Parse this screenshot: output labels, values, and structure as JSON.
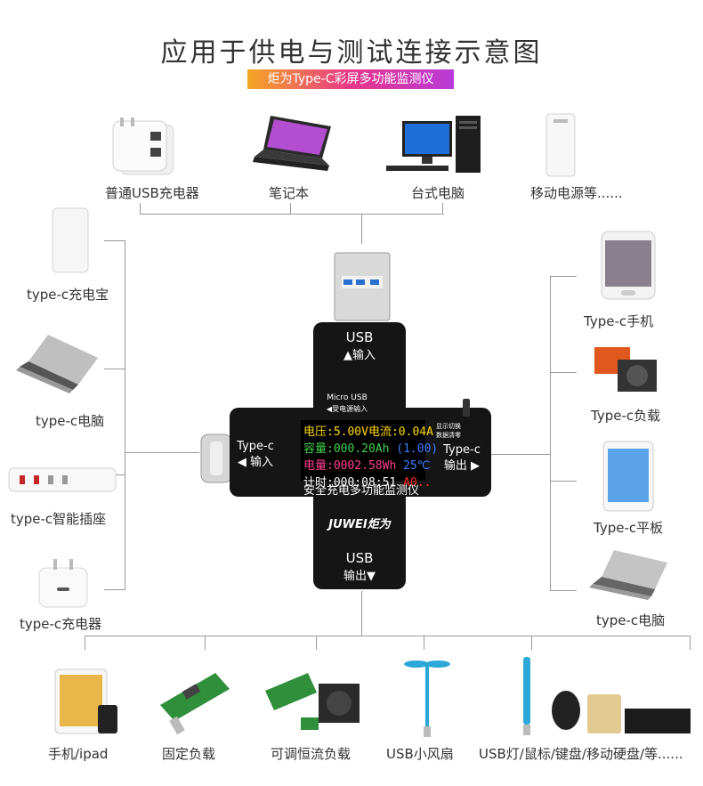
{
  "title": "应用于供电与测试连接示意图",
  "subtitle": "炬为Type-C彩屏多功能监测仪",
  "top_devices": [
    "普通USB充电器",
    "笔记本",
    "台式电脑",
    "移动电源等......"
  ],
  "left_devices": [
    "type-c充电宝",
    "type-c电脑",
    "type-c智能插座",
    "type-c充电器"
  ],
  "right_devices": [
    "Type-c手机",
    "Type-c负载",
    "Type-c平板",
    "type-c电脑"
  ],
  "bottom_devices": [
    "手机/ipad",
    "固定负载",
    "可调恒流负载",
    "USB小风扇",
    "USB灯/鼠标/键盘/移动硬盘/等......"
  ],
  "meter": {
    "usb_in": "USB",
    "usb_in_sub": "▲输入",
    "micro_usb": "Micro USB",
    "micro_usb_sub": "◀受电源输入",
    "typec_in": "Type-c",
    "typec_in_sub": "◀ 输入",
    "typec_out": "Type-c",
    "typec_out_sub": "输出 ▶",
    "switch_label_1": "显示切换",
    "switch_label_2": "数据清零",
    "usb_out": "USB",
    "usb_out_sub": "输出▼",
    "brand": "JUWEI炬为",
    "caption": "安全充电多功能监测仪",
    "screen": {
      "voltage_label": "电压:",
      "voltage": "5.00V",
      "current_label": "电流:",
      "current": "0.04A",
      "capacity_label": "容量:",
      "capacity": "000.20Ah",
      "capacity_extra": "(1.00)",
      "energy_label": "电量:",
      "energy": "0002.58Wh",
      "temp": "25℃",
      "time_label": "计时:",
      "time": "000:08:51",
      "mode": "A0.."
    }
  },
  "colors": {
    "line": "#9a9a9a",
    "voltage": "#ffd800",
    "capacity": "#3fd24a",
    "energy": "#ff3f8f",
    "extra": "#3f7dff",
    "mode": "#ff2a2a"
  }
}
